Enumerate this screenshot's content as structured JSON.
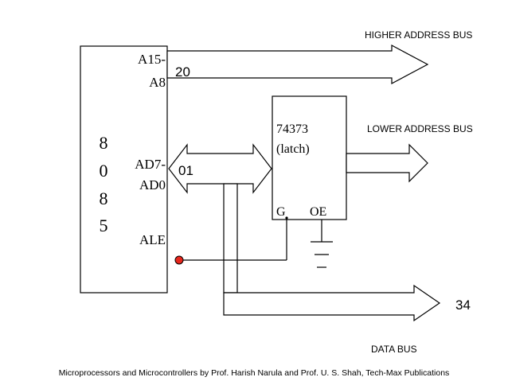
{
  "cpu": {
    "chars": [
      "8",
      "0",
      "8",
      "5"
    ],
    "pin_a15": "A15-",
    "pin_a8": "A8",
    "pin_ad7": "AD7-",
    "pin_ad0": "AD0",
    "pin_ale": "ALE"
  },
  "latch": {
    "name": "74373",
    "type": "(latch)",
    "pin_g": "G",
    "pin_oe": "OE"
  },
  "buses": {
    "higher": "HIGHER ADDRESS BUS",
    "lower": "LOWER ADDRESS BUS",
    "data": "DATA  BUS"
  },
  "overlay_numbers": {
    "n20": "20",
    "n01": "01",
    "n34": "34"
  },
  "footer": "Microprocessors and Microcontrollers by Prof. Harish Narula and Prof. U. S. Shah, Tech-Max Publications",
  "colors": {
    "ale_dot": "#e8261c"
  }
}
